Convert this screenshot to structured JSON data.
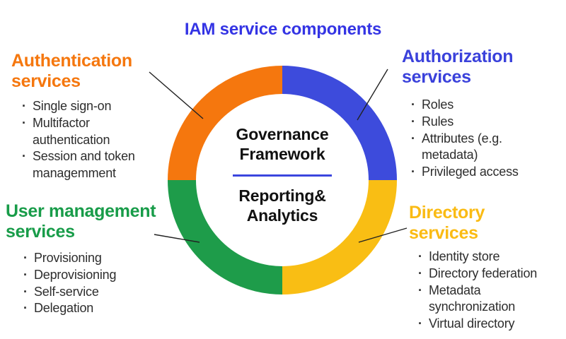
{
  "title": "IAM service components",
  "colors": {
    "title": "#3434E4",
    "authentication": "#F5770E",
    "authorization": "#3A41DB",
    "user_management": "#189C49",
    "directory": "#FABB14",
    "body_text": "#2D2D2D",
    "divider": "#3B46DE",
    "connector": "#222222"
  },
  "donut": {
    "segments": [
      {
        "name": "Authentication services",
        "position": "top-left",
        "color": "#F5770E"
      },
      {
        "name": "Authorization services",
        "position": "top-right",
        "color": "#3D4BDC"
      },
      {
        "name": "Directory services",
        "position": "bottom-right",
        "color": "#F9BE14"
      },
      {
        "name": "User management services",
        "position": "bottom-left",
        "color": "#1E9C4A"
      }
    ],
    "center": {
      "top_label": "Governance Framework",
      "bottom_label": "Reporting& Analytics"
    }
  },
  "groups": [
    {
      "heading": "Authentication services",
      "items": [
        "Single sign-on",
        "Multifactor authentication",
        "Session and token managemment"
      ]
    },
    {
      "heading": "Authorization services",
      "items": [
        "Roles",
        "Rules",
        "Attributes (e.g. metadata)",
        "Privileged access"
      ]
    },
    {
      "heading": "User management services",
      "items": [
        "Provisioning",
        "Deprovisioning",
        "Self-service",
        "Delegation"
      ]
    },
    {
      "heading": "Directory services",
      "items": [
        "Identity store",
        "Directory federation",
        "Metadata synchronization",
        "Virtual directory"
      ]
    }
  ]
}
